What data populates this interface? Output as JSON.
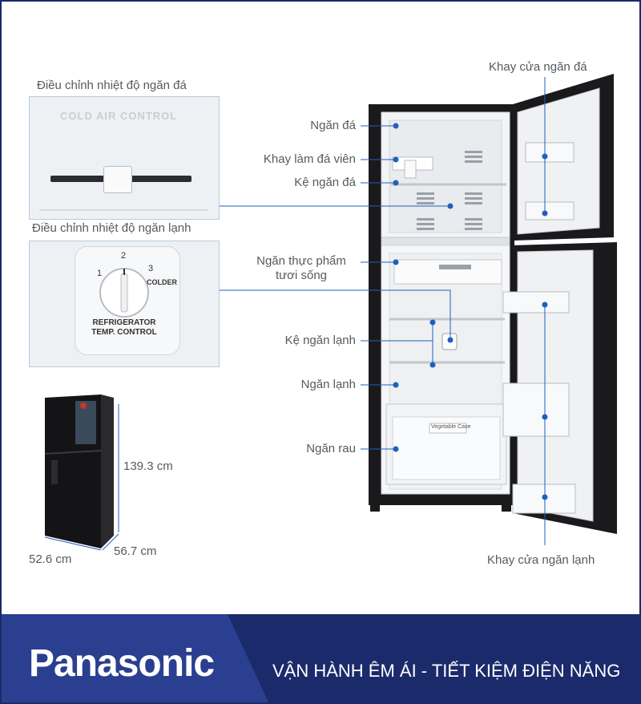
{
  "labels": {
    "freezer_door_tray": "Khay cửa ngăn đá",
    "freezer": "Ngăn đá",
    "ice_tray": "Khay làm đá viên",
    "freezer_shelf": "Kệ ngăn đá",
    "fresh_compartment_line1": "Ngăn thực phẩm",
    "fresh_compartment_line2": "tươi sống",
    "fridge_shelf": "Kệ ngăn lạnh",
    "fridge": "Ngăn lạnh",
    "vegetable": "Ngăn rau",
    "fridge_door_tray": "Khay cửa ngăn lạnh"
  },
  "panels": {
    "freezer_control_title": "Điều chỉnh nhiệt độ ngăn đá",
    "freezer_control_text": "COLD AIR CONTROL",
    "fridge_control_title": "Điều chỉnh nhiệt độ ngăn lạnh",
    "dial_numbers": [
      "1",
      "2",
      "3"
    ],
    "dial_colder": "COLDER",
    "dial_label_line1": "REFRIGERATOR",
    "dial_label_line2": "TEMP. CONTROL"
  },
  "vegetable_case_text": "Vegetable Case",
  "dimensions": {
    "height": "139.3 cm",
    "width": "52.6 cm",
    "depth": "56.7 cm"
  },
  "banner": {
    "brand": "Panasonic",
    "slogan": "VẬN HÀNH ÊM ÁI - TIẾT KIỆM ĐIỆN NĂNG"
  },
  "colors": {
    "accent_blue": "#1f5fbf",
    "banner_dark": "#1b2a6b",
    "banner_light": "#2a3f8f"
  }
}
